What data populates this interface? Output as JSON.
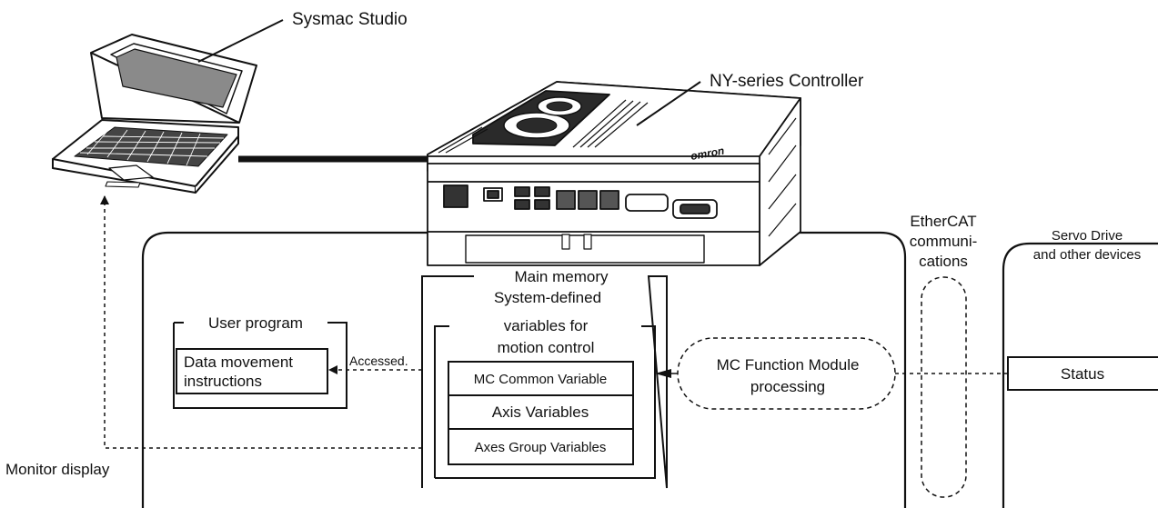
{
  "labels": {
    "sysmac_studio": "Sysmac Studio",
    "ny_controller": "NY-series Controller",
    "ethercat_line1": "EtherCAT",
    "ethercat_line2": "communi-",
    "ethercat_line3": "cations",
    "servo_line1": "Servo Drive",
    "servo_line2": "and other devices",
    "main_memory": "Main memory",
    "sysdef_line1": "System-defined",
    "sysdef_line2": "variables for",
    "sysdef_line3": "motion control",
    "mc_common": "MC Common Variable",
    "axis_vars": "Axis Variables",
    "axes_group_vars": "Axes Group Variables",
    "user_program": "User program",
    "data_movement_line1": "Data movement",
    "data_movement_line2": "instructions",
    "accessed": "Accessed.",
    "mc_module_line1": "MC Function Module",
    "mc_module_line2": "processing",
    "status": "Status",
    "monitor_display": "Monitor display"
  },
  "brand_logo": "omron",
  "colors": {
    "line": "#111111",
    "device_fill": "#ffffff",
    "dark": "#1a1a1a"
  }
}
